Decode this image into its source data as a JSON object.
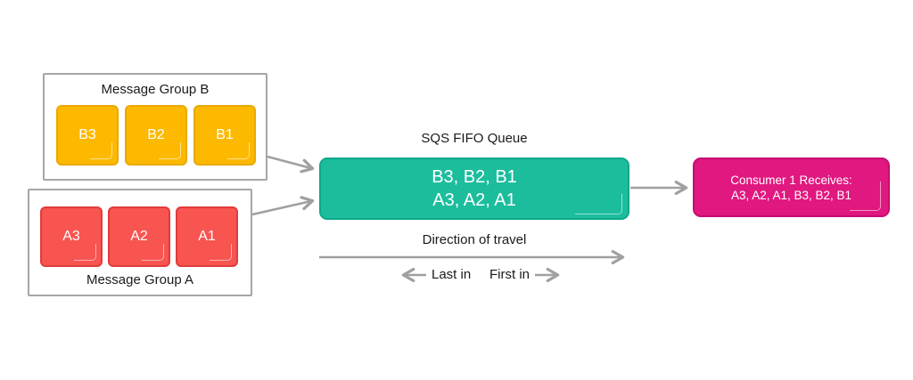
{
  "colors": {
    "yellow": "#FDB900",
    "yellow_border": "#EAA800",
    "red": "#F85450",
    "red_border": "#E03C3C",
    "teal": "#1CBD9D",
    "teal_border": "#0EA88B",
    "pink": "#E0187F",
    "pink_border": "#C60E72",
    "gray_border": "#A6A6A6",
    "arrow": "#A0A0A0",
    "text": "#1A1A1A"
  },
  "group_b": {
    "title": "Message Group B",
    "messages": [
      "B3",
      "B2",
      "B1"
    ]
  },
  "group_a": {
    "title": "Message Group A",
    "messages": [
      "A3",
      "A2",
      "A1"
    ]
  },
  "queue": {
    "title": "SQS FIFO Queue",
    "line1": "B3, B2, B1",
    "line2": "A3, A2, A1"
  },
  "consumer": {
    "line1": "Consumer 1 Receives:",
    "line2": "A3, A2, A1, B3, B2, B1"
  },
  "direction": {
    "label": "Direction of travel",
    "last_in": "Last in",
    "first_in": "First in"
  }
}
